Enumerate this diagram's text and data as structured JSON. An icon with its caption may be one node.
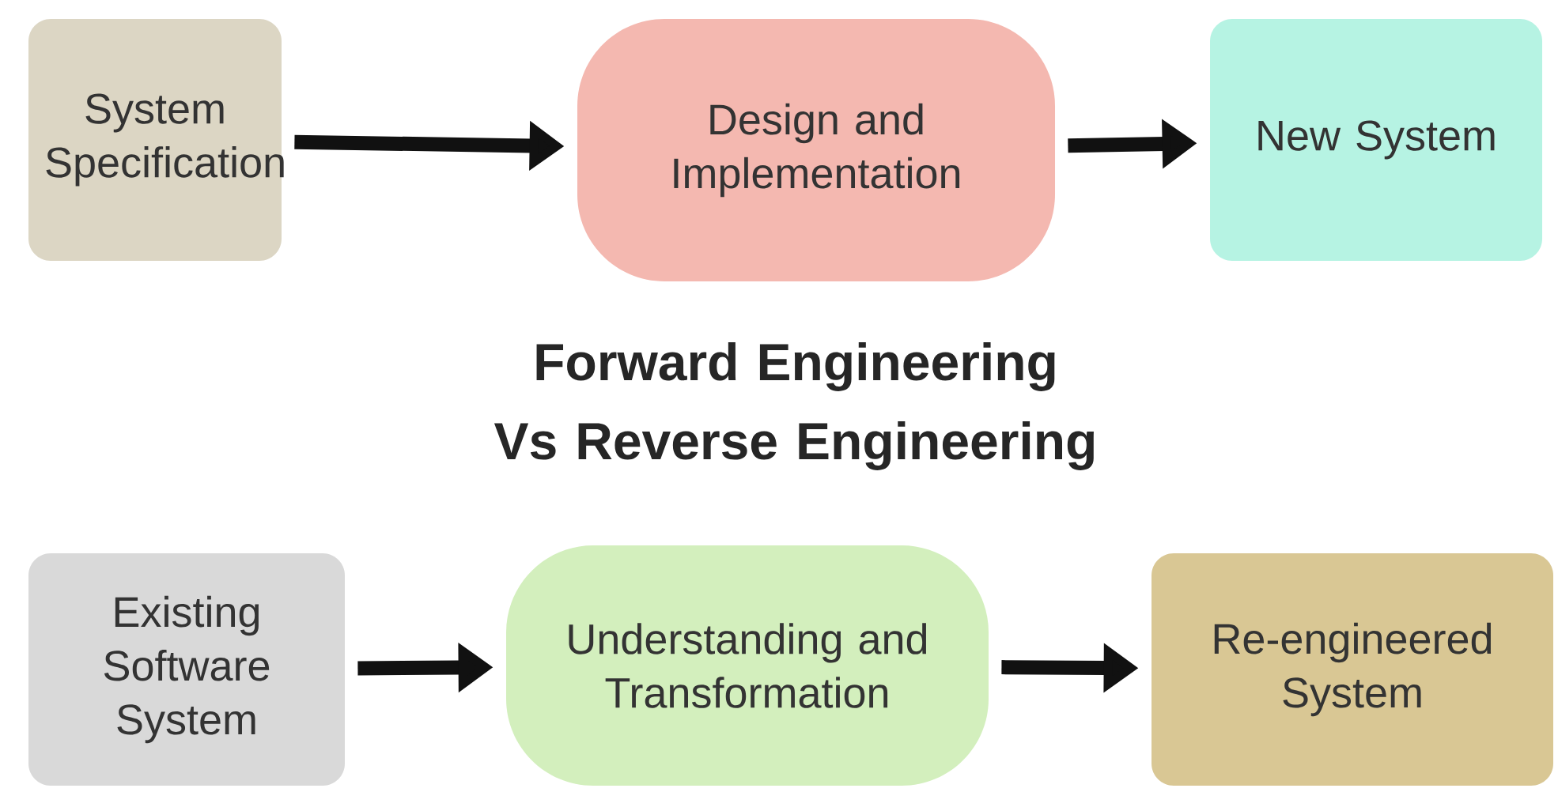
{
  "diagram": {
    "title": "Forward Engineering Vs Reverse Engineering",
    "nodes": [
      {
        "text": [
          "System Specification"
        ]
      },
      {
        "text": [
          "Design and Implementation"
        ]
      },
      {
        "text": [
          "New System"
        ]
      },
      {
        "text": [
          "Existing Software System"
        ]
      },
      {
        "text": [
          "Understanding and Transformation"
        ]
      },
      {
        "text": [
          "Re-engineered System"
        ]
      }
    ],
    "edges": [
      {
        "from": 0,
        "to": 1,
        "arrow": "to"
      },
      {
        "from": 1,
        "to": 2,
        "arrow": "to"
      },
      {
        "from": 3,
        "to": 4,
        "arrow": "to"
      },
      {
        "from": 4,
        "to": 5,
        "arrow": "to"
      }
    ]
  }
}
